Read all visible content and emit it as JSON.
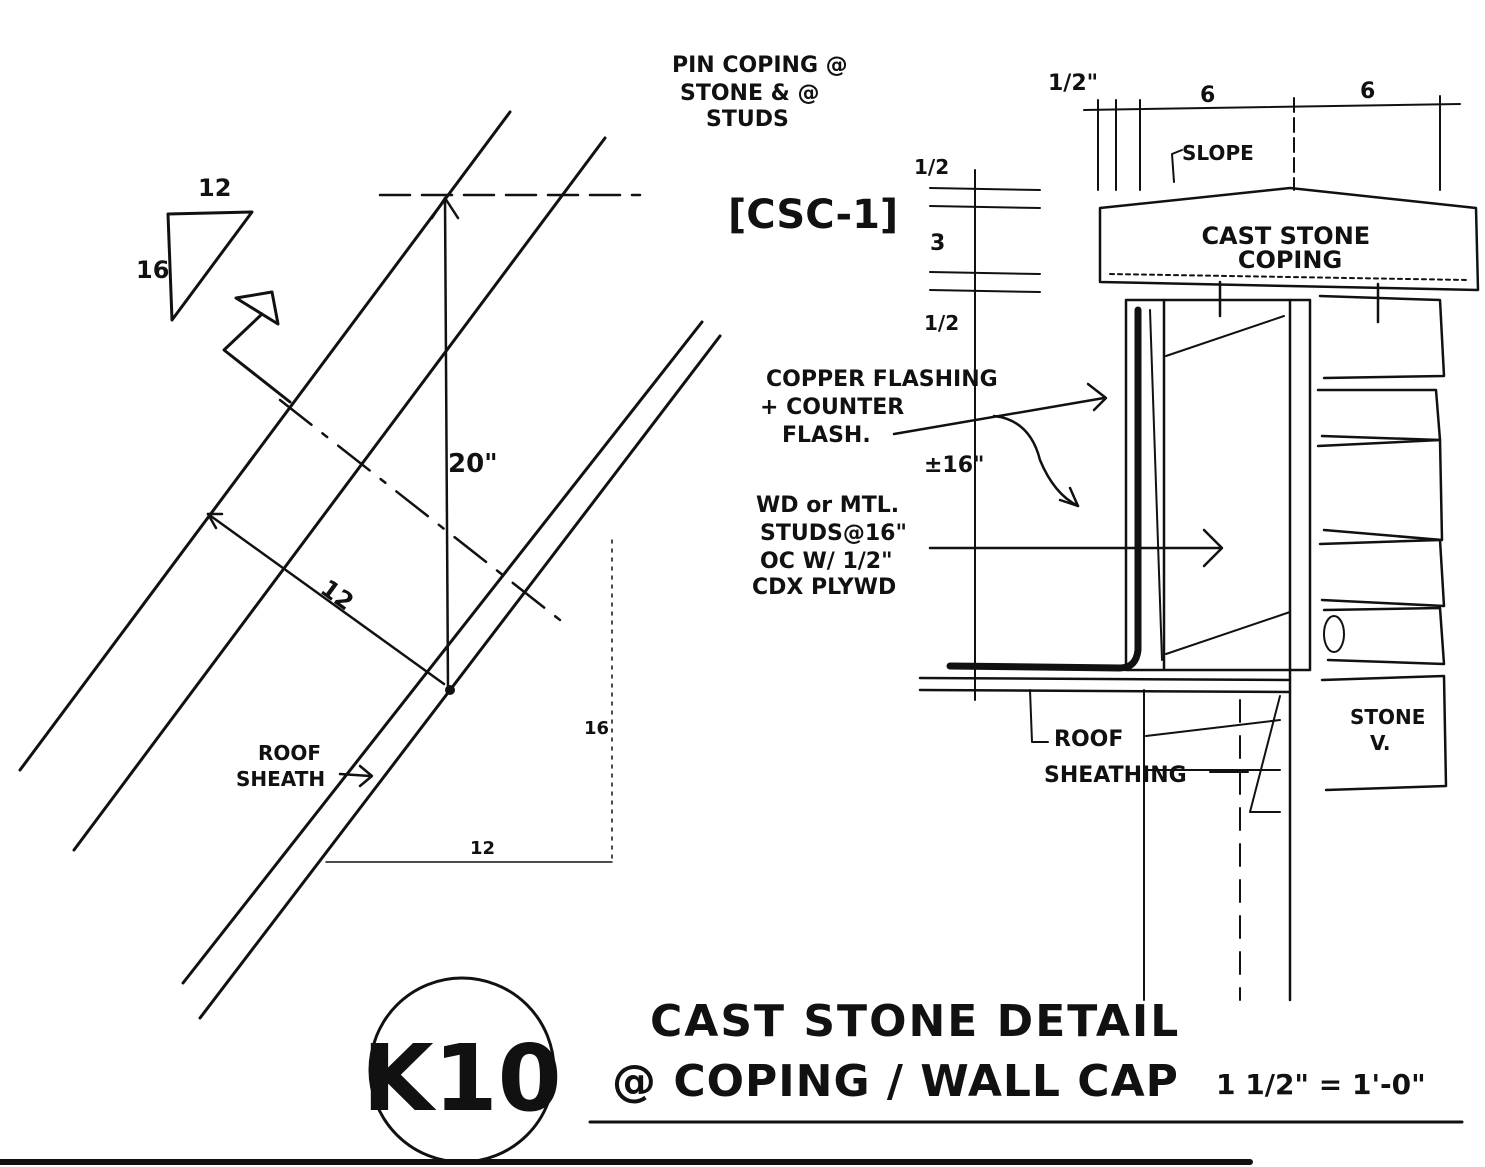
{
  "note_pin": [
    "PIN COPING @",
    "STONE & @",
    "STUDS"
  ],
  "detail_tag": "[CSC-1]",
  "slope_triangle": {
    "run": "12",
    "rise": "16"
  },
  "left_dims": {
    "vertical": "20\"",
    "perpendicular": "12",
    "run_bottom": "12",
    "rise_right": "16"
  },
  "left_labels": {
    "roof_sheath": [
      "ROOF",
      "SHEATH"
    ]
  },
  "top_dims": {
    "half_inch": "1/2\"",
    "left": "6",
    "right": "6",
    "slope": "SLOPE"
  },
  "side_dims": {
    "top_half": "1/2",
    "three": "3",
    "bottom_half": "1/2",
    "sixteen": "±16\""
  },
  "coping_label": [
    "CAST STONE",
    "COPING"
  ],
  "callouts": {
    "copper": [
      "COPPER FLASHING",
      "+ COUNTER",
      "FLASH."
    ],
    "studs": [
      "WD or MTL.",
      "STUDS@16\"",
      "OC W/ 1/2\"",
      "CDX PLYWD"
    ],
    "roof_sheathing": [
      "ROOF",
      "SHEATHING"
    ],
    "stone": [
      "STONE",
      "V."
    ]
  },
  "title_block": {
    "number": "K10",
    "title_line1": "CAST STONE DETAIL",
    "title_line2": "@ COPING / WALL CAP",
    "scale": "1 1/2\" = 1'-0\""
  }
}
